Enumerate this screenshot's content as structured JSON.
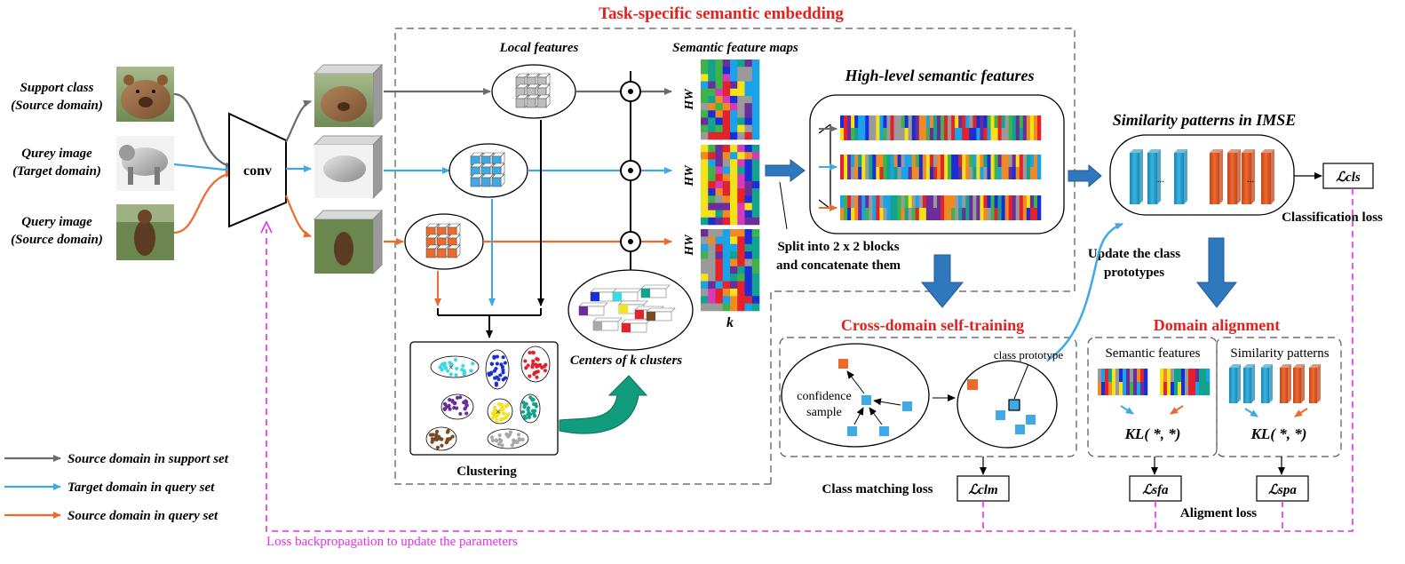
{
  "colors": {
    "gray": "#6b6b6b",
    "blue": "#3fa9e6",
    "orange": "#ee6a2c",
    "red_title": "#e3211f",
    "magenta": "#e52ee5",
    "arrow_blue": "#2f78be",
    "teal": "#119c7e"
  },
  "titles": {
    "main": "Task-specific semantic embedding",
    "local_features": "Local features",
    "semantic_maps": "Semantic feature maps",
    "high_level": "High-level semantic features",
    "similarity": "Similarity patterns in IMSE",
    "cross_domain": "Cross-domain self-training",
    "domain_alignment": "Domain alignment"
  },
  "inputs": [
    {
      "line1": "Support class",
      "line2": "(Source domain)"
    },
    {
      "line1": "Qurey image",
      "line2": "(Target domain)"
    },
    {
      "line1": "Query image",
      "line2": "(Source domain)"
    }
  ],
  "conv": "conv",
  "hw": "HW",
  "k": "k",
  "dots": "...",
  "clustering": "Clustering",
  "centers": "Centers of k clusters",
  "split": {
    "line1": "Split into 2 x 2 blocks",
    "line2": "and  concatenate them"
  },
  "update": {
    "line1": "Update the class",
    "line2": "prototypes"
  },
  "confidence": {
    "line1": "confidence",
    "line2": "sample"
  },
  "class_prototype": "class prototype",
  "semantic_features": "Semantic features",
  "similarity_patterns": "Similarity patterns",
  "kl": "KL( *,  *)",
  "losses": {
    "cls": "ℒcls",
    "cls_label": "Classification loss",
    "clm": "ℒclm",
    "clm_label": "Class matching loss",
    "sfa": "ℒsfa",
    "spa": "ℒspa",
    "align_label": "Aligment loss",
    "backprop": "Loss backpropagation to update the parameters"
  },
  "legend": [
    {
      "label": "Source domain in support set",
      "color": "#6b6b6b"
    },
    {
      "label": "Target domain in query set",
      "color": "#3fa9e6"
    },
    {
      "label": "Source domain in query set",
      "color": "#ee6a2c"
    }
  ]
}
